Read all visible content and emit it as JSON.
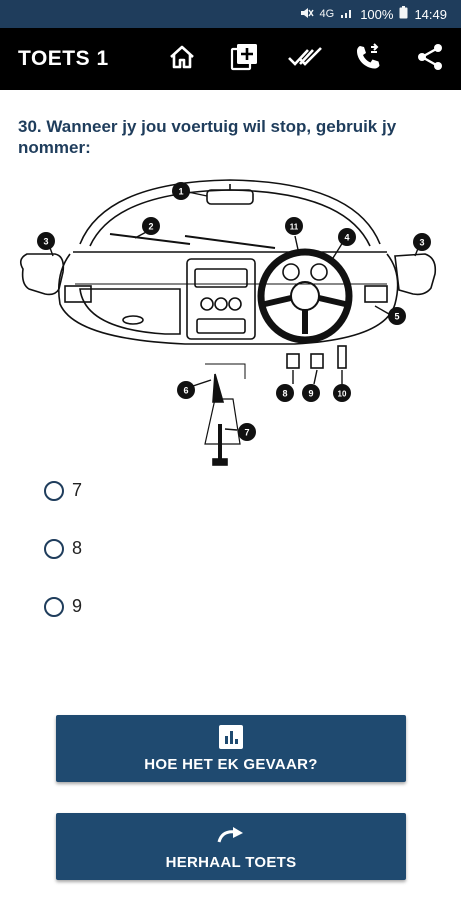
{
  "status_bar": {
    "network": "4G",
    "battery": "100%",
    "time": "14:49",
    "icons": [
      "mute-icon",
      "network-icon",
      "signal-icon",
      "battery-icon"
    ]
  },
  "app_bar": {
    "title": "TOETS 1",
    "background": "#000000",
    "actions": [
      "home-icon",
      "add-box-icon",
      "done-all-icon",
      "phone-forward-icon",
      "share-icon"
    ]
  },
  "question": {
    "text": "30. Wanneer jy jou voertuig wil stop, gebruik jy nommer:",
    "color": "#1f3d5c"
  },
  "diagram": {
    "callouts": [
      "1",
      "2",
      "3",
      "3",
      "4",
      "5",
      "6",
      "7",
      "8",
      "9",
      "10",
      "11"
    ]
  },
  "options": [
    {
      "label": "7",
      "selected": false
    },
    {
      "label": "8",
      "selected": false
    },
    {
      "label": "9",
      "selected": false
    }
  ],
  "buttons": {
    "danger": {
      "label": "HOE HET EK GEVAAR?",
      "icon": "bar-chart-icon"
    },
    "retry": {
      "label": "HERHAAL TOETS",
      "icon": "redo-icon"
    },
    "color": "#1f4a70"
  }
}
